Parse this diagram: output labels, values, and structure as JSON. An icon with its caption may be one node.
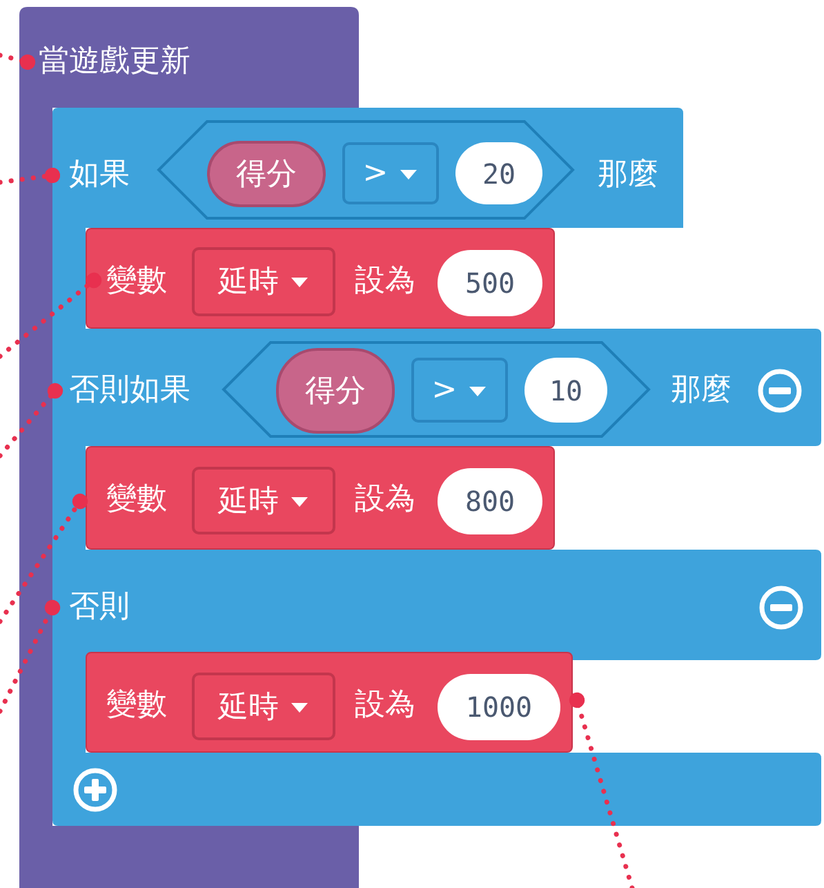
{
  "diagram": {
    "nodes": [
      {
        "text": [
          "當遊戲更新"
        ]
      },
      {
        "text": [
          "如果",
          "那麼",
          "否則如果",
          "那麼",
          "否則"
        ]
      },
      {
        "text": [],
        "shape": "hexagon",
        "in": 1
      },
      {
        "text": [
          "得分"
        ],
        "in": 2
      },
      {
        "text": [
          ">"
        ],
        "in": 2
      },
      {
        "text": [
          "20"
        ],
        "in": 2
      },
      {
        "text": [
          "變數",
          "設為"
        ],
        "in": 1
      },
      {
        "text": [
          "延時"
        ],
        "in": 6
      },
      {
        "text": [
          "500"
        ],
        "in": 6
      },
      {
        "text": [],
        "shape": "hexagon",
        "in": 1
      },
      {
        "text": [
          "得分"
        ],
        "in": 9
      },
      {
        "text": [
          ">"
        ],
        "in": 9
      },
      {
        "text": [
          "10"
        ],
        "in": 9
      },
      {
        "text": [
          "變數",
          "設為"
        ],
        "in": 1
      },
      {
        "text": [
          "延時"
        ],
        "in": 13
      },
      {
        "text": [
          "800"
        ],
        "in": 13
      },
      {
        "text": [
          "變數",
          "設為"
        ],
        "in": 1
      },
      {
        "text": [
          "延時"
        ],
        "in": 16
      },
      {
        "text": [
          "1000"
        ],
        "in": 16
      }
    ],
    "edges": [
      {
        "from": null,
        "to": 0,
        "arrow": "other",
        "style": "dashed"
      },
      {
        "from": null,
        "to": 1,
        "arrow": "other",
        "style": "dashed"
      },
      {
        "from": null,
        "to": 6,
        "arrow": "other",
        "style": "dashed"
      },
      {
        "from": null,
        "to": 1,
        "arrow": "other",
        "style": "dashed"
      },
      {
        "from": null,
        "to": 13,
        "arrow": "other",
        "style": "dashed"
      },
      {
        "from": null,
        "to": 1,
        "arrow": "other",
        "style": "dashed"
      },
      {
        "from": null,
        "to": 16,
        "arrow": "other",
        "style": "dashed"
      }
    ]
  }
}
